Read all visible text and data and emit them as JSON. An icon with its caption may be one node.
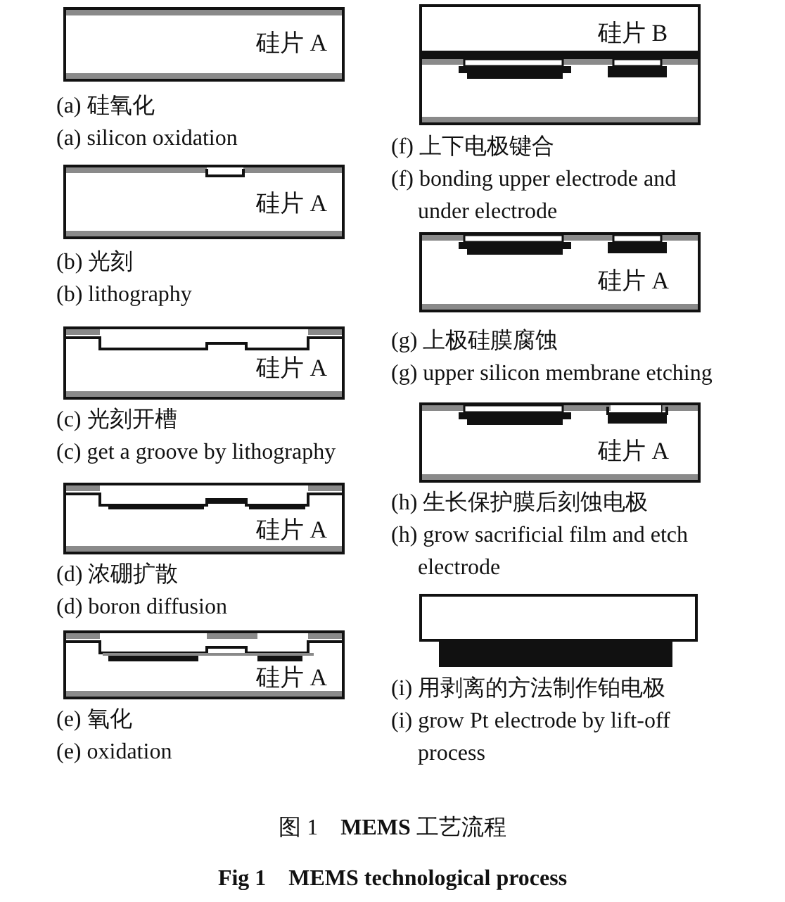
{
  "diagram": {
    "nodes": [
      {
        "text": [
          "硅片 A"
        ],
        "beside": [
          "(a) 硅氧化",
          "(a) silicon oxidation"
        ]
      },
      {
        "text": [
          "硅片 A"
        ],
        "beside": [
          "(b) 光刻",
          "(b) lithography"
        ]
      },
      {
        "text": [
          "硅片 A"
        ],
        "beside": [
          "(c) 光刻开槽",
          "(c) get a groove by lithography"
        ]
      },
      {
        "text": [
          "硅片 A"
        ],
        "beside": [
          "(d) 浓硼扩散",
          "(d) boron diffusion"
        ]
      },
      {
        "text": [
          "硅片 A"
        ],
        "beside": [
          "(e) 氧化",
          "(e) oxidation"
        ]
      },
      {
        "text": [
          "硅片 B"
        ],
        "beside": [
          "(f) 上下电极键合",
          "(f) bonding upper electrode and under electrode"
        ]
      },
      {
        "text": [
          "硅片 A"
        ],
        "beside": [
          "(g) 上极硅膜腐蚀",
          "(g) upper silicon membrane etching"
        ]
      },
      {
        "text": [
          "硅片 A"
        ],
        "beside": [
          "(h) 生长保护膜后刻蚀电极",
          "(h) grow sacrificial film and etch electrode"
        ]
      },
      {
        "text": [],
        "shape": "box",
        "beside": [
          "(i) 用剥离的方法制作铂电极",
          "(i) grow Pt electrode by lift-off process"
        ]
      }
    ],
    "labels": [
      "图 1　**MEMS** 工艺流程",
      "Fig 1　MEMS technological process"
    ]
  }
}
